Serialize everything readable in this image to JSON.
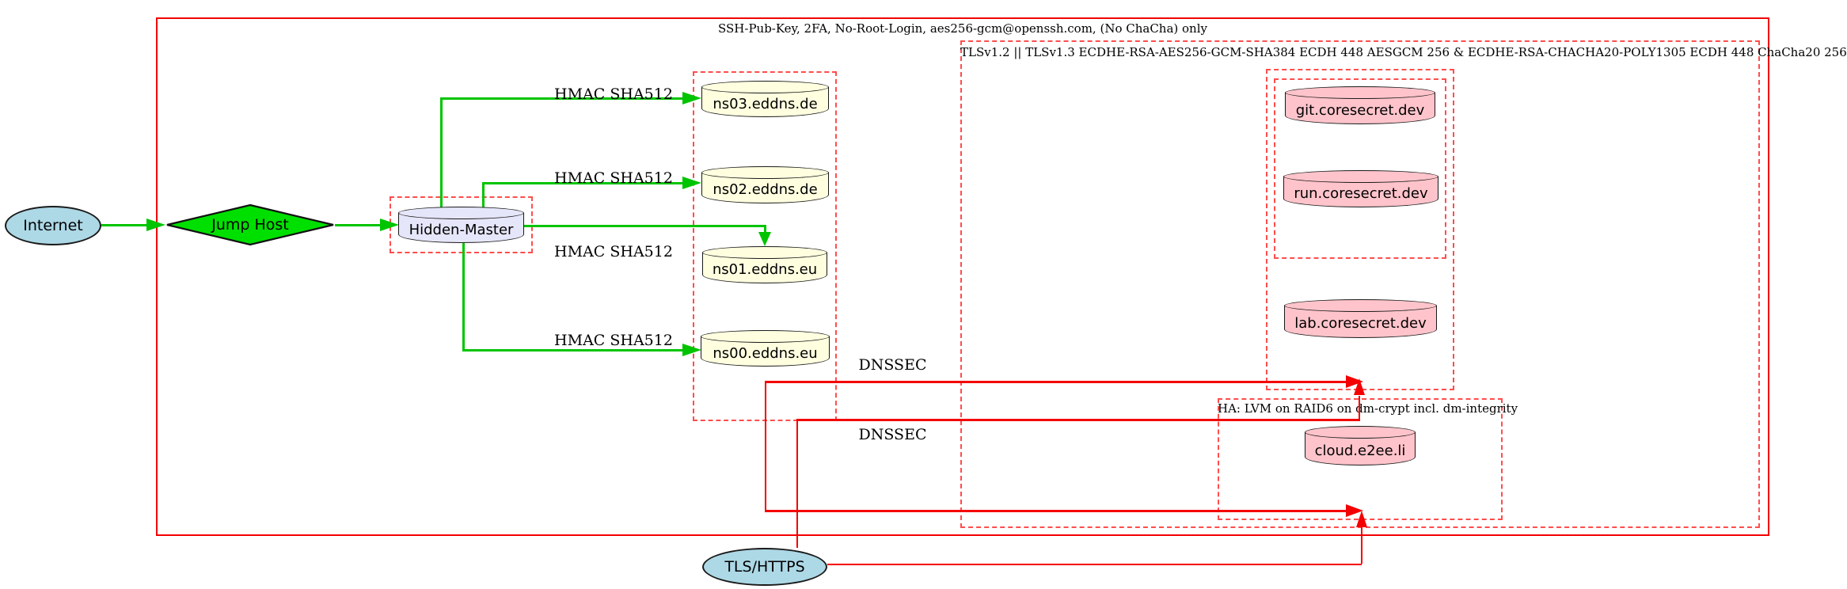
{
  "diagram": {
    "clusters": {
      "ssh": {
        "label": "SSH-Pub-Key, 2FA, No-Root-Login, aes256-gcm@openssh.com, (No ChaCha) only"
      },
      "tls": {
        "label": "TLSv1.2 || TLSv1.3 ECDHE-RSA-AES256-GCM-SHA384 ECDH 448 AESGCM 256 & ECDHE-RSA-CHACHA20-POLY1305 ECDH 448 ChaCha20 256"
      },
      "ha": {
        "label": "HA: LVM on RAID6 on dm-crypt incl. dm-integrity"
      }
    },
    "nodes": {
      "internet": {
        "label": "Internet"
      },
      "jump_host": {
        "label": "Jump Host"
      },
      "hidden_master": {
        "label": "Hidden-Master"
      },
      "ns03": {
        "label": "ns03.eddns.de"
      },
      "ns02": {
        "label": "ns02.eddns.de"
      },
      "ns01": {
        "label": "ns01.eddns.eu"
      },
      "ns00": {
        "label": "ns00.eddns.eu"
      },
      "git": {
        "label": "git.coresecret.dev"
      },
      "run": {
        "label": "run.coresecret.dev"
      },
      "lab": {
        "label": "lab.coresecret.dev"
      },
      "cloud": {
        "label": "cloud.e2ee.li"
      },
      "tls_https": {
        "label": "TLS/HTTPS"
      }
    },
    "edge_labels": {
      "hmac1": "HMAC SHA512",
      "hmac2": "HMAC SHA512",
      "hmac3": "HMAC SHA512",
      "hmac4": "HMAC SHA512",
      "dnssec1": "DNSSEC",
      "dnssec2": "DNSSEC"
    },
    "colors": {
      "edge_green": "#00C400",
      "edge_red": "#F50000",
      "box_red_dashed": "#FF4D4D",
      "node_blue": "#ADD8E6",
      "node_green": "#00E000",
      "node_lavender": "#E6E6FA",
      "node_yellow": "#FFFFE0",
      "node_pink": "#FFC4CB"
    }
  }
}
